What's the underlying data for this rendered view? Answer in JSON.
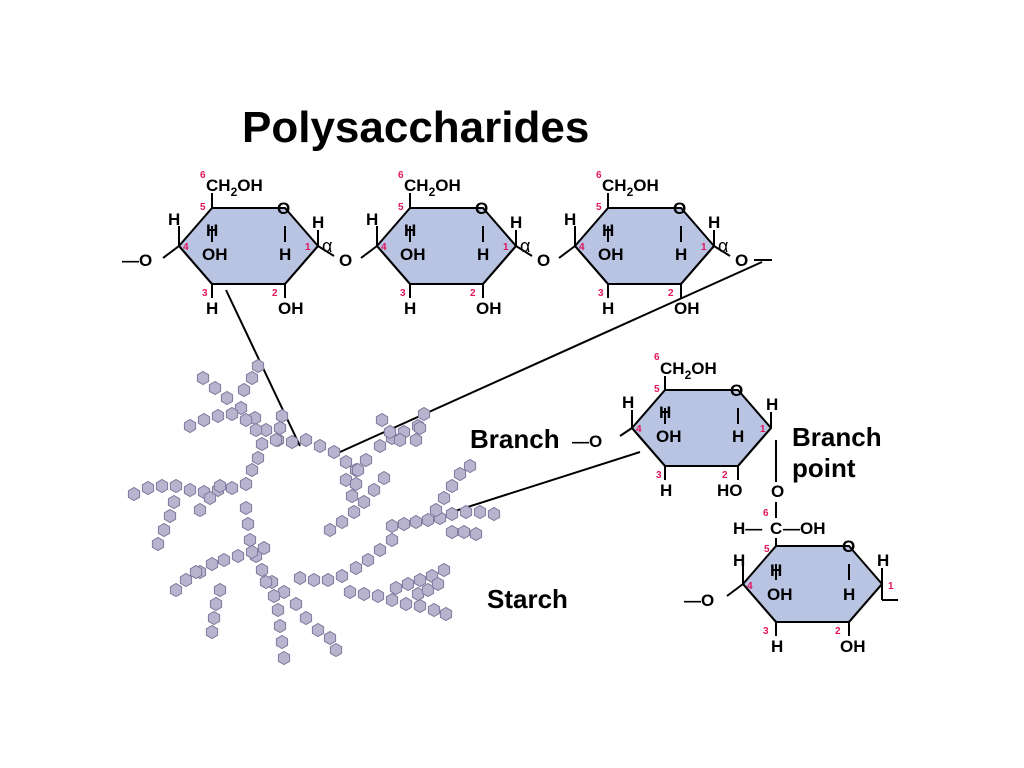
{
  "title": "Polysaccharides",
  "labels": {
    "h": "H",
    "oh": "OH",
    "ho": "HO",
    "o": "O",
    "ch2_main": "CH",
    "ch2_sub": "2",
    "ch2_tail": "OH",
    "alpha": "α",
    "chain_o_left": "—O",
    "chain_o": "O",
    "branch": "Branch",
    "branch_link": "—O",
    "branch_point_line1": "Branch",
    "branch_point_line2": "point",
    "c6_h": "H—",
    "c6_c": "C",
    "c6_oh": "—OH",
    "starch": "Starch"
  },
  "carbon_numbers": {
    "c1": "1",
    "c2": "2",
    "c3": "3",
    "c4": "4",
    "c5": "5",
    "c6": "6"
  },
  "colors": {
    "ring_fill": "#b9c3e2",
    "number": "#e0155e",
    "bead": "#b8b4d0",
    "bead_stroke": "#7f7a9c",
    "ink": "#000000"
  }
}
